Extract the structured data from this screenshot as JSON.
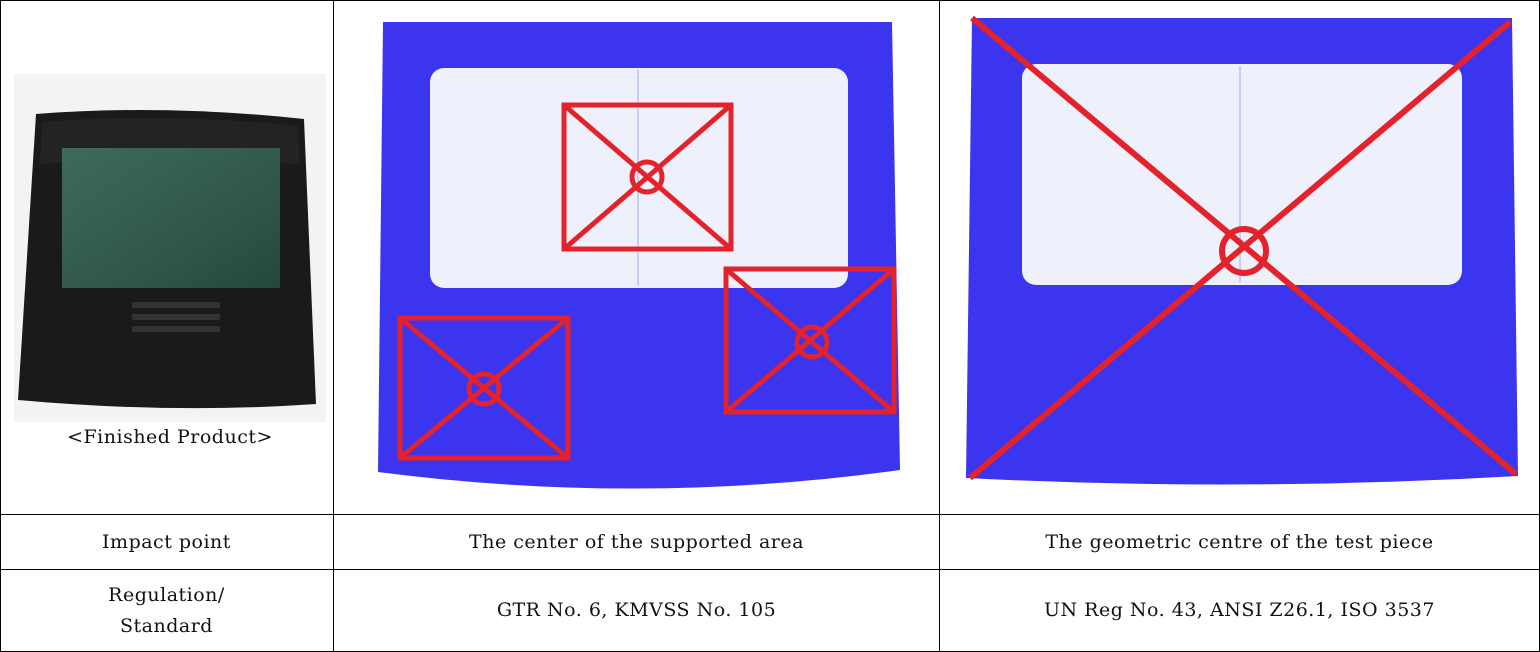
{
  "photo": {
    "caption": "<Finished Product>"
  },
  "rows": {
    "impact": {
      "label": "Impact point",
      "col1": "The center of the supported area",
      "col2": "The geometric centre of the test piece"
    },
    "regulation": {
      "label_line1": "Regulation/",
      "label_line2": "Standard",
      "col1": "GTR No. 6, KMVSS No. 105",
      "col2": "UN Reg No. 43, ANSI Z26.1, ISO 3537"
    }
  },
  "colors": {
    "panel_blue": "#3b35f0",
    "window_fill": "#eef0fb",
    "marker_red": "#e3222b",
    "product_black": "#1a1a1a",
    "product_screen": "#2f5a4a"
  },
  "icons": [
    "impact-target-icon"
  ]
}
